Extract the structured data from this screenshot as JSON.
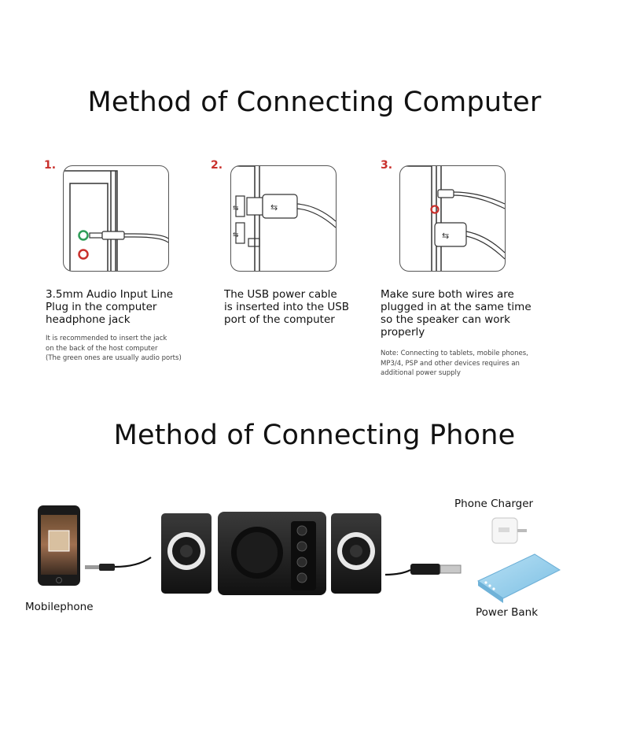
{
  "section_computer": {
    "title": "Method of Connecting Computer",
    "steps": [
      {
        "number": "1.",
        "title_lines": [
          "3.5mm Audio Input Line",
          "Plug in the computer",
          "headphone jack"
        ],
        "note_lines": [
          "It is recommended to insert the jack",
          "on the back of the host computer",
          "(The green ones are usually audio ports)"
        ]
      },
      {
        "number": "2.",
        "title_lines": [
          "The USB power cable",
          "is inserted into the USB",
          "port of the computer"
        ],
        "note_lines": []
      },
      {
        "number": "3.",
        "title_lines": [
          "Make sure both wires are",
          "plugged in at the same time",
          "so the speaker can work",
          "properly"
        ],
        "note_lines": [
          "Note: Connecting to tablets, mobile phones,",
          "MP3/4, PSP and other devices requires an",
          "additional power supply"
        ]
      }
    ]
  },
  "section_phone": {
    "title": "Method of Connecting Phone",
    "labels": {
      "mobilephone": "Mobilephone",
      "phone_charger": "Phone Charger",
      "power_bank": "Power Bank"
    }
  },
  "colors": {
    "step_number": "#c9302c",
    "green_port": "#2e9d58",
    "red_port": "#c9302c",
    "power_bank": "#8ec9e8",
    "speaker_body": "#1e1e1e"
  }
}
